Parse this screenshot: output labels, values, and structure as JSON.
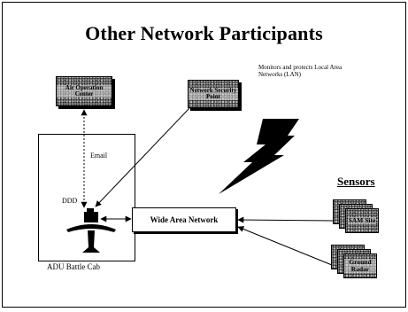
{
  "title": "Other Network Participants",
  "nodes": {
    "air_operations_center": "Air Operation Center",
    "network_security_post": "Network Security Point",
    "wide_area_network": "Wide Area Network",
    "battle_cab": "ADU Battle Cab"
  },
  "labels": {
    "email": "Email",
    "ddd": "DDD",
    "lan_note": "Monitors and protects Local Area Networks (LAN)"
  },
  "sensors": {
    "title": "Sensors",
    "items": [
      "SAM Site",
      "Ground Radar"
    ]
  }
}
